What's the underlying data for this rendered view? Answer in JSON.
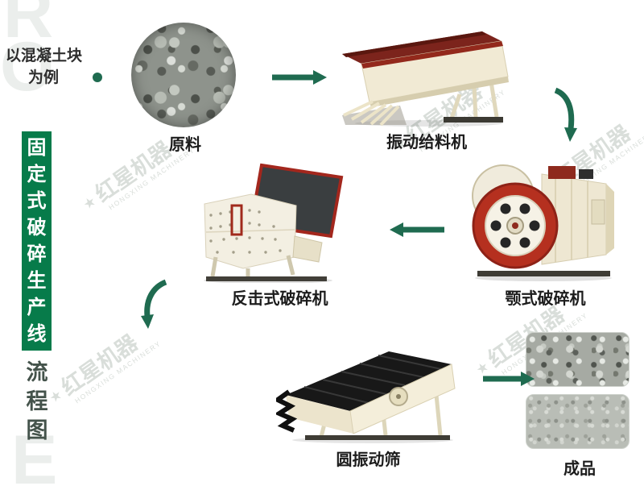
{
  "colors": {
    "banner": "#077b4a",
    "arrow": "#1f6b50",
    "label_text": "#1c1c1c",
    "watermark": "#d0d6d1"
  },
  "sidebar": {
    "note_line1": "以混凝土块",
    "note_line2": "为例",
    "banner_title": "固定式破碎生产线",
    "subtitle": "流程图",
    "bg_letters": [
      "R",
      "O",
      "E"
    ]
  },
  "flow": {
    "raw": {
      "label": "原料"
    },
    "feeder": {
      "label": "振动给料机"
    },
    "jaw": {
      "label": "颚式破碎机"
    },
    "impact": {
      "label": "反击式破碎机"
    },
    "screen": {
      "label": "圆振动筛"
    },
    "product": {
      "label": "成品"
    }
  },
  "watermark": {
    "star": "★",
    "cn": "红星机器",
    "en": "HONGXING MACHINERY"
  }
}
